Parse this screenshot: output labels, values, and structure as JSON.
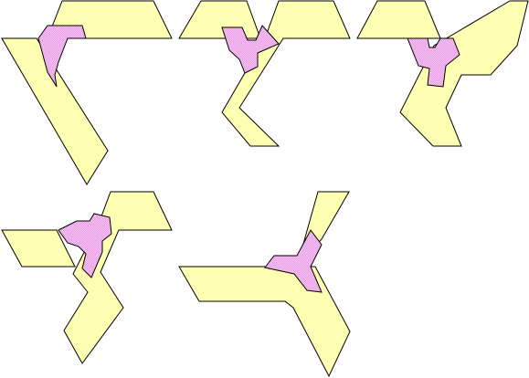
{
  "colors": {
    "band_fill": "#ffffb3",
    "overlap_fill": "#ea9be6",
    "overlap_dither": "#f7c6f4",
    "outline": "#000000",
    "background": "#ffffff"
  },
  "figures": [
    {
      "id": "figure-1",
      "kind": "two-band-overlap"
    },
    {
      "id": "figure-2",
      "kind": "two-band-overlap"
    },
    {
      "id": "figure-3",
      "kind": "two-band-overlap"
    },
    {
      "id": "figure-4",
      "kind": "two-band-overlap"
    },
    {
      "id": "figure-5",
      "kind": "two-band-overlap"
    }
  ]
}
